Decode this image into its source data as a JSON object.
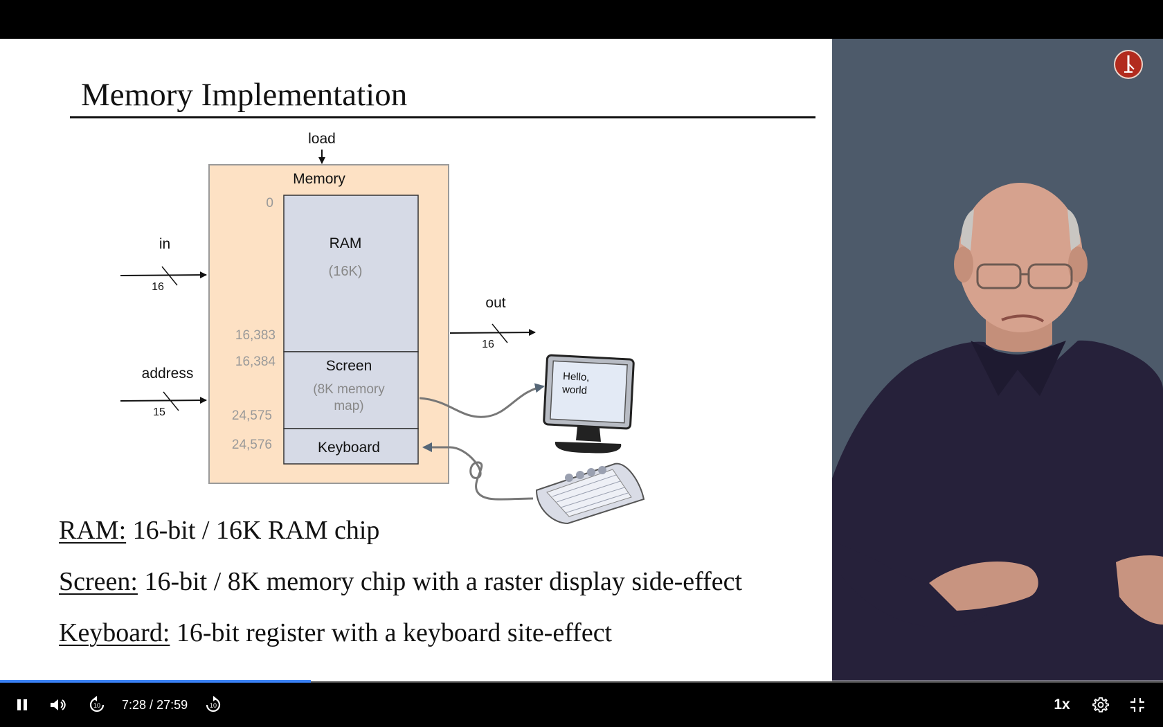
{
  "slide": {
    "title": "Memory Implementation",
    "diagram": {
      "load_label": "load",
      "memory_label": "Memory",
      "in_label": "in",
      "in_width": "16",
      "address_label": "address",
      "address_width": "15",
      "out_label": "out",
      "out_width": "16",
      "ram_label": "RAM",
      "ram_size": "(16K)",
      "screen_label": "Screen",
      "screen_detail_1": "(8K memory",
      "screen_detail_2": "map)",
      "keyboard_label": "Keyboard",
      "addr_0": "0",
      "addr_16383": "16,383",
      "addr_16384": "16,384",
      "addr_24575": "24,575",
      "addr_24576": "24,576",
      "monitor_text_1": "Hello,",
      "monitor_text_2": "world"
    },
    "descriptions": [
      {
        "term": "RAM:",
        "text": "16-bit / 16K RAM chip"
      },
      {
        "term": "Screen:",
        "text": "16-bit / 8K memory  chip with a raster display side-effect"
      },
      {
        "term": "Keyboard:",
        "text": "16-bit register with a keyboard site-effect"
      }
    ]
  },
  "player": {
    "current_time": "7:28",
    "separator": " / ",
    "duration": "27:59",
    "progress_fraction": 0.267,
    "speed": "1x",
    "icons": {
      "play_pause": "pause-icon",
      "volume": "volume-icon",
      "rewind": "rewind-10-icon",
      "forward": "forward-10-icon",
      "settings": "gear-icon",
      "fullscreen": "exit-fullscreen-icon"
    },
    "colors": {
      "progress": "#3b82f6",
      "memory_box": "#fde1c4",
      "cell_fill": "#d6dae6",
      "presenter_bg": "#4d5a6a"
    }
  }
}
